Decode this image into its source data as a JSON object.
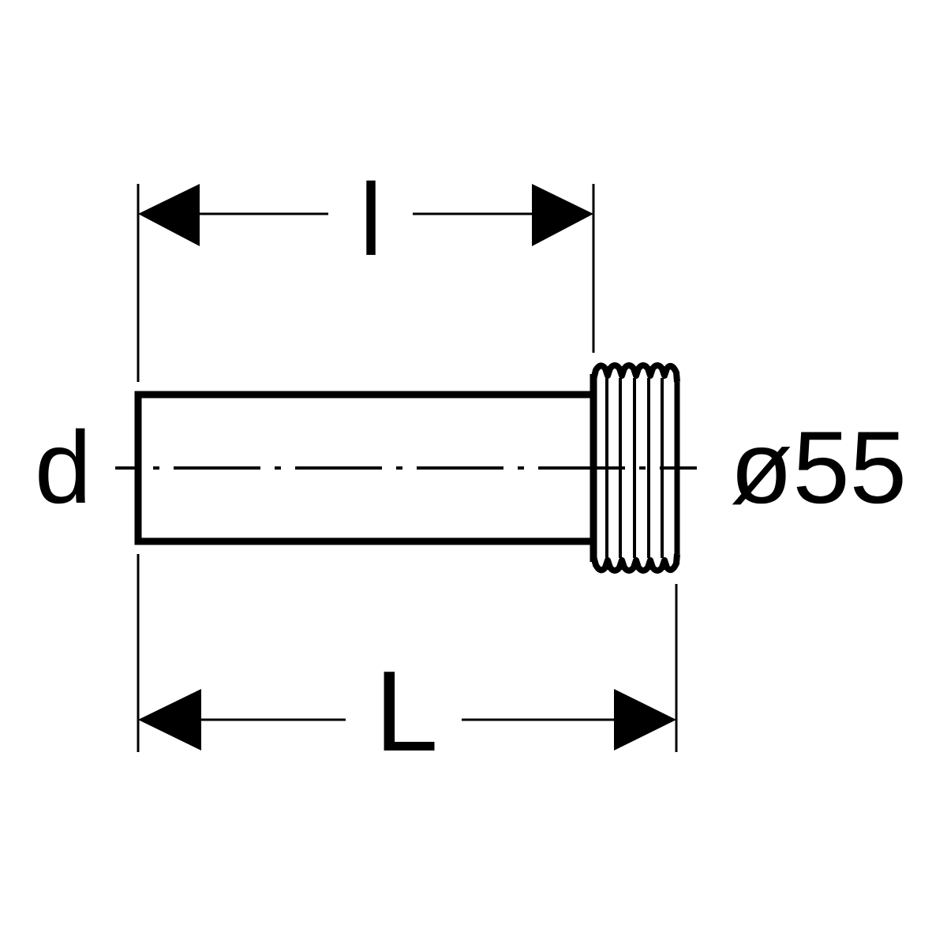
{
  "labels": {
    "length_inner": "l",
    "length_total": "L",
    "pipe_diameter": "d",
    "thread_diameter": "ø55"
  },
  "colors": {
    "line": "#000000",
    "background": "#ffffff"
  }
}
